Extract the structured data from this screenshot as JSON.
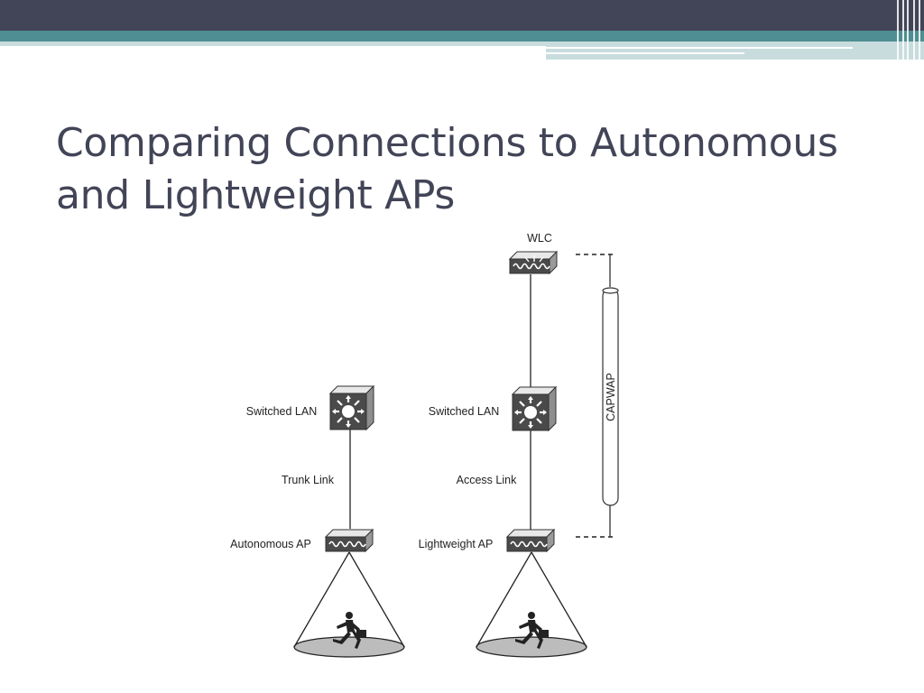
{
  "slide": {
    "title_line1": "Comparing Connections to Autonomous",
    "title_line2": "and Lightweight APs"
  },
  "diagram": {
    "wlc_label": "WLC",
    "left": {
      "switch_label": "Switched LAN",
      "link_label": "Trunk Link",
      "ap_label": "Autonomous AP"
    },
    "right": {
      "switch_label": "Switched LAN",
      "link_label": "Access Link",
      "ap_label": "Lightweight AP"
    },
    "tunnel_label": "CAPWAP"
  },
  "colors": {
    "header_dark": "#424457",
    "header_teal": "#4f8e92",
    "title_text": "#424457"
  }
}
